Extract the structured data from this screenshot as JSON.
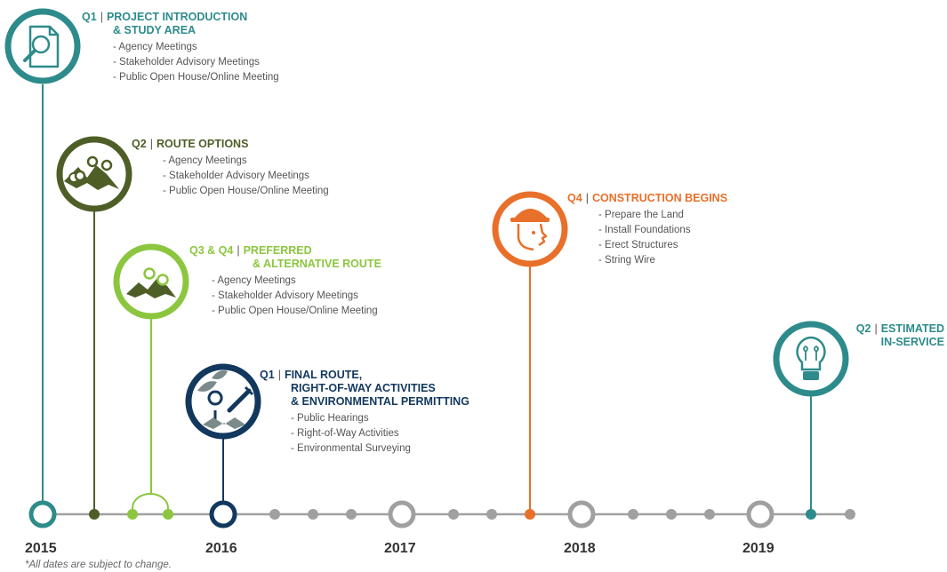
{
  "colors": {
    "teal": "#2e8b8b",
    "darkolive": "#4e5e27",
    "lightgreen": "#8cc63f",
    "navy": "#13385e",
    "orange": "#e8702a",
    "gray": "#a0a0a0"
  },
  "milestones": [
    {
      "quarter": "Q1",
      "title_lines": [
        "PROJECT INTRODUCTION",
        "& STUDY AREA"
      ],
      "items": [
        "Agency Meetings",
        "Stakeholder Advisory Meetings",
        "Public Open House/Online Meeting"
      ],
      "icon": "magnifier-document-icon",
      "color": "#2e8b8b"
    },
    {
      "quarter": "Q2",
      "title_lines": [
        "ROUTE OPTIONS"
      ],
      "items": [
        "Agency Meetings",
        "Stakeholder Advisory Meetings",
        "Public Open House/Online Meeting"
      ],
      "icon": "map-pins-icon",
      "color": "#4e5e27"
    },
    {
      "quarter": "Q3 & Q4",
      "title_lines": [
        "PREFERRED",
        "& ALTERNATIVE ROUTE"
      ],
      "items": [
        "Agency Meetings",
        "Stakeholder Advisory Meetings",
        "Public Open House/Online Meeting"
      ],
      "icon": "map-pins-icon",
      "color": "#8cc63f"
    },
    {
      "quarter": "Q1",
      "title_lines": [
        "FINAL ROUTE,",
        "RIGHT-OF-WAY ACTIVITIES",
        "& ENVIRONMENTAL PERMITTING"
      ],
      "items": [
        "Public Hearings",
        "Right-of-Way Activities",
        "Environmental Surveying"
      ],
      "icon": "leaves-pin-pencil-icon",
      "color": "#13385e"
    },
    {
      "quarter": "Q4",
      "title_lines": [
        "CONSTRUCTION BEGINS"
      ],
      "items": [
        "Prepare the Land",
        "Install Foundations",
        "Erect Structures",
        "String Wire"
      ],
      "icon": "hardhat-worker-icon",
      "color": "#e8702a"
    },
    {
      "quarter": "Q2",
      "title_lines": [
        "ESTIMATED",
        "IN-SERVICE"
      ],
      "items": [],
      "icon": "lightbulb-icon",
      "color": "#2e8b8b"
    }
  ],
  "years": [
    "2015",
    "2016",
    "2017",
    "2018",
    "2019"
  ],
  "footnote": "*All dates are subject to change."
}
